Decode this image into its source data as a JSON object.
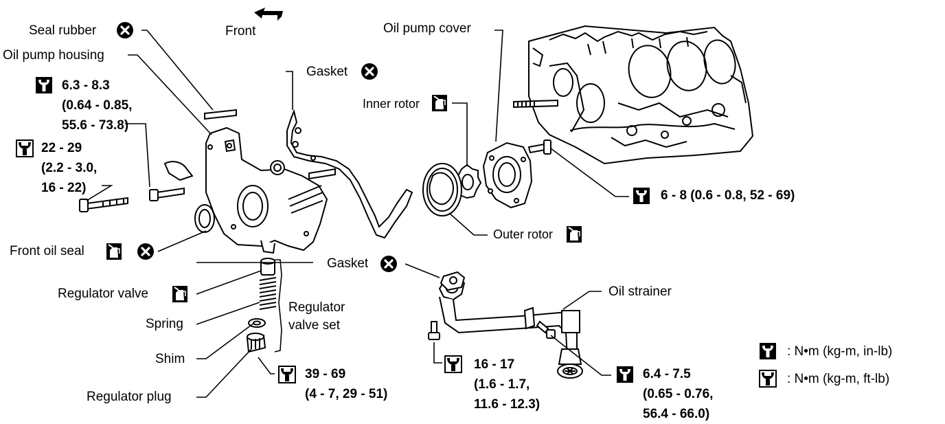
{
  "labels": {
    "front": "Front",
    "seal_rubber": "Seal rubber",
    "oil_pump_housing": "Oil pump housing",
    "gasket_top": "Gasket",
    "inner_rotor": "Inner rotor",
    "oil_pump_cover": "Oil pump cover",
    "outer_rotor": "Outer rotor",
    "front_oil_seal": "Front oil seal",
    "regulator_valve": "Regulator valve",
    "spring": "Spring",
    "shim": "Shim",
    "regulator_plug": "Regulator plug",
    "regulator_valve_set_1": "Regulator",
    "regulator_valve_set_2": "valve set",
    "gasket_bottom": "Gasket",
    "oil_strainer": "Oil strainer"
  },
  "specs": {
    "housing_bolt": [
      "6.3 - 8.3",
      "(0.64 - 0.85,",
      "55.6 - 73.8)"
    ],
    "long_bolt": [
      "22 - 29",
      "(2.2 - 3.0,",
      "16 - 22)"
    ],
    "cover_bolt": "6 - 8 (0.6 - 0.8, 52 - 69)",
    "regulator_plug": [
      "39 - 69",
      "(4 - 7, 29 - 51)"
    ],
    "strainer_bracket": [
      "16 - 17",
      "(1.6 - 1.7,",
      "11.6 - 12.3)"
    ],
    "strainer_bolt": [
      "6.4 - 7.5",
      "(0.65 - 0.76,",
      "56.4 - 66.0)"
    ]
  },
  "legend": {
    "inlb": ": N•m (kg-m, in-lb)",
    "ftlb": ": N•m (kg-m, ft-lb)"
  },
  "icons": {
    "do_not_reuse": "x-circle-icon",
    "apply_oil": "oil-can-icon",
    "torque_inlb": "torque-wrench-inlb-icon",
    "torque_ftlb": "torque-wrench-ftlb-icon"
  },
  "colors": {
    "ink": "#000000",
    "paper": "#ffffff"
  }
}
